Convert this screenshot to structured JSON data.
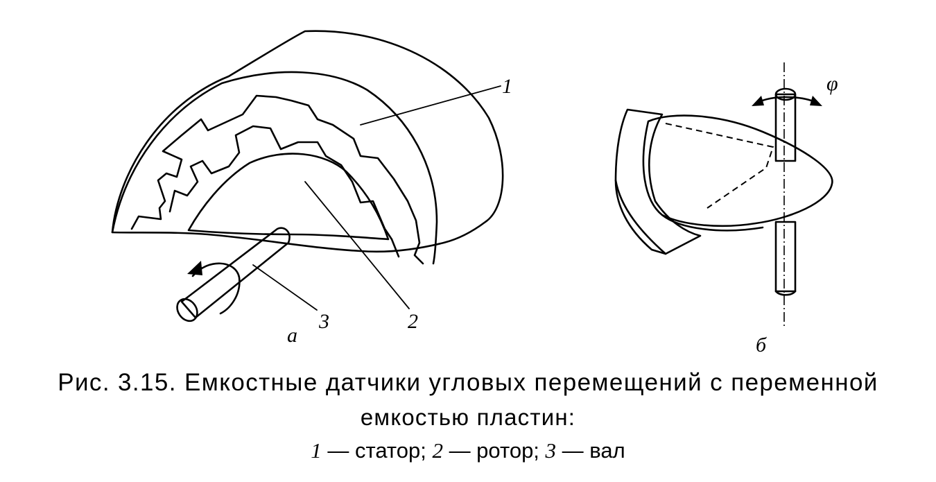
{
  "figure_a": {
    "labels": {
      "stator": "1",
      "rotor": "2",
      "shaft": "3"
    },
    "panel": "а"
  },
  "figure_b": {
    "angle": "φ",
    "panel": "б"
  },
  "caption": {
    "line1": "Рис. 3.15. Емкостные датчики угловых перемещений с переменной",
    "line2": "емкостью пластин:",
    "legend": [
      {
        "num": "1",
        "text": " — статор; "
      },
      {
        "num": "2",
        "text": " — ротор; "
      },
      {
        "num": "3",
        "text": " — вал"
      }
    ]
  }
}
